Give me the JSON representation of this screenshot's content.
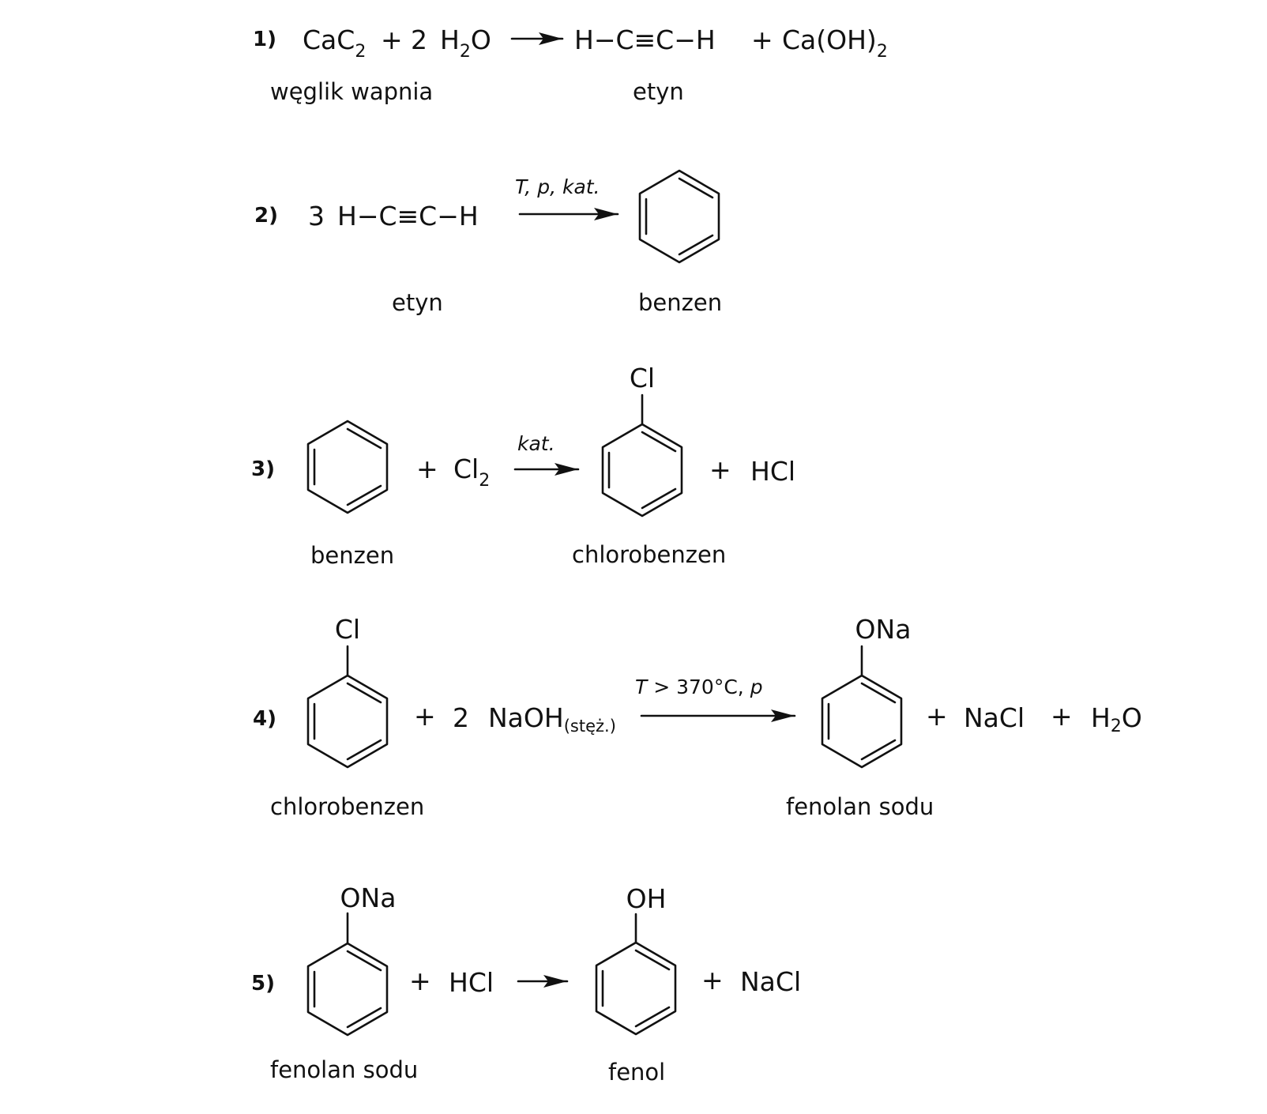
{
  "colors": {
    "ink": "#111111",
    "background": "#ffffff"
  },
  "reactions": [
    {
      "number": "1)",
      "reactant1": "CaC",
      "reactant1_sub": "2",
      "plus1": "+",
      "reactant2_coef": "2",
      "reactant2": "H",
      "reactant2_sub": "2",
      "reactant2_tail": "O",
      "product1": "H−C≡C−H",
      "plus2": "+",
      "product2": "Ca(OH)",
      "product2_sub": "2",
      "label_reactant": "węglik wapnia",
      "label_product": "etyn"
    },
    {
      "number": "2)",
      "reactant_coef": "3",
      "reactant": "H−C≡C−H",
      "conditions": "T, p, kat.",
      "product_structure": "benzene-ring",
      "label_reactant": "etyn",
      "label_product": "benzen"
    },
    {
      "number": "3)",
      "reactant1_structure": "benzene-ring",
      "plus1": "+",
      "reactant2": "Cl",
      "reactant2_sub": "2",
      "conditions": "kat.",
      "product1_substituent": "Cl",
      "plus2": "+",
      "product2": "HCl",
      "label_reactant": "benzen",
      "label_product": "chlorobenzen"
    },
    {
      "number": "4)",
      "reactant1_substituent": "Cl",
      "plus1": "+",
      "reactant2_coef": "2",
      "reactant2": "NaOH",
      "reactant2_note": "(stęż.)",
      "conditions_T": "T",
      "conditions_rest": " > 370°C, ",
      "conditions_p": "p",
      "product1_substituent": "ONa",
      "plus2": "+",
      "product2": "NaCl",
      "plus3": "+",
      "product3": "H",
      "product3_sub": "2",
      "product3_tail": "O",
      "label_reactant": "chlorobenzen",
      "label_product": "fenolan sodu"
    },
    {
      "number": "5)",
      "reactant1_substituent": "ONa",
      "plus1": "+",
      "reactant2": "HCl",
      "product1_substituent": "OH",
      "plus2": "+",
      "product2": "NaCl",
      "label_reactant": "fenolan sodu",
      "label_product": "fenol"
    }
  ]
}
